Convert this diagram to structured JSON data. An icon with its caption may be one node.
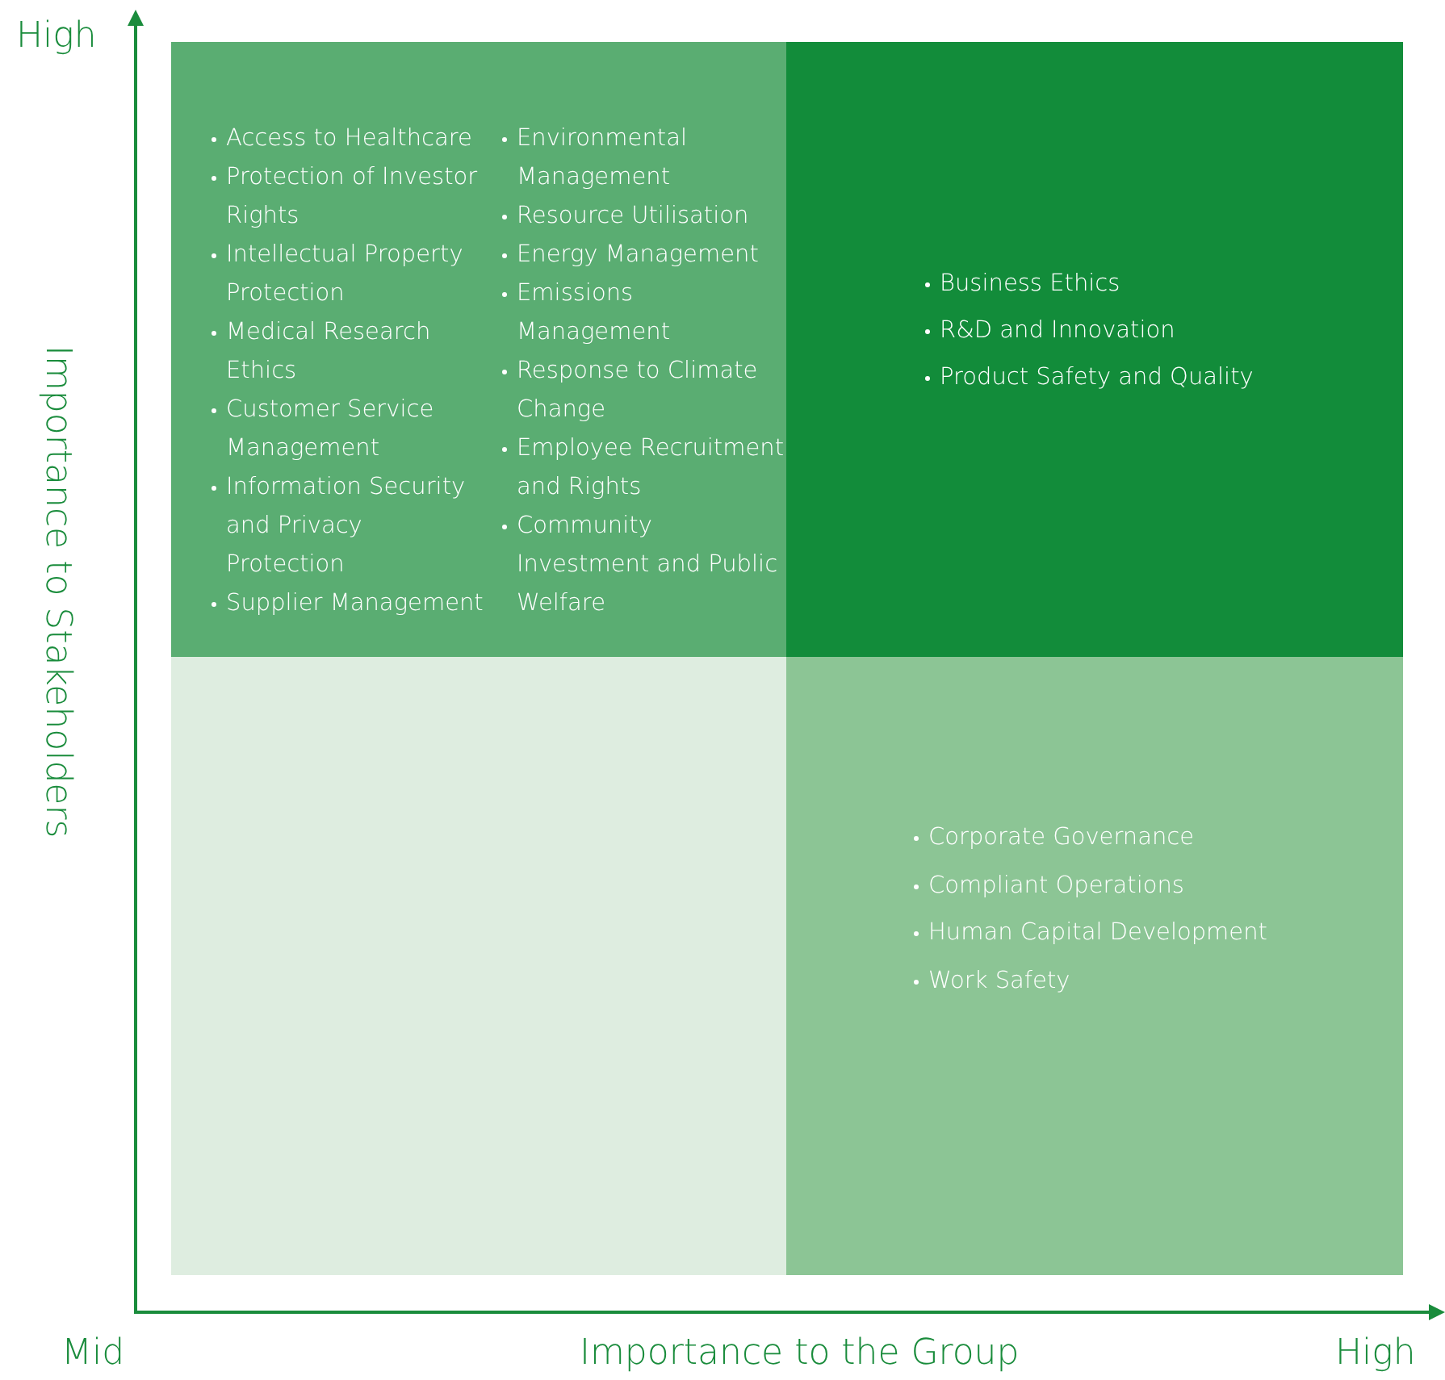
{
  "diagram": {
    "nodes": [
      {
        "text": [
          "Access to Healthcare",
          "Protection of Investor Rights",
          "Intellectual Property Protection",
          "Medical Research Ethics",
          "Customer Service Management",
          "Information Security and Privacy Protection",
          "Supplier Management",
          "Environmental Management",
          "Resource Utilisation",
          "Energy Management",
          "Emissions Management",
          "Response to Climate Change",
          "Employee Recruitment and Rights",
          "Community Investment and Public Welfare"
        ]
      },
      {
        "text": [
          "Business Ethics",
          "R&D and Innovation",
          "Product Safety and Quality"
        ]
      },
      {
        "text": [],
        "shape": "box"
      },
      {
        "text": [
          "Corporate Governance",
          "Compliant Operations",
          "Human Capital Development",
          "Work Safety"
        ]
      }
    ],
    "edges": [],
    "labels": [
      "High",
      "Importance to Stakeholders",
      "Mid",
      "Importance to the Group",
      "High"
    ]
  }
}
